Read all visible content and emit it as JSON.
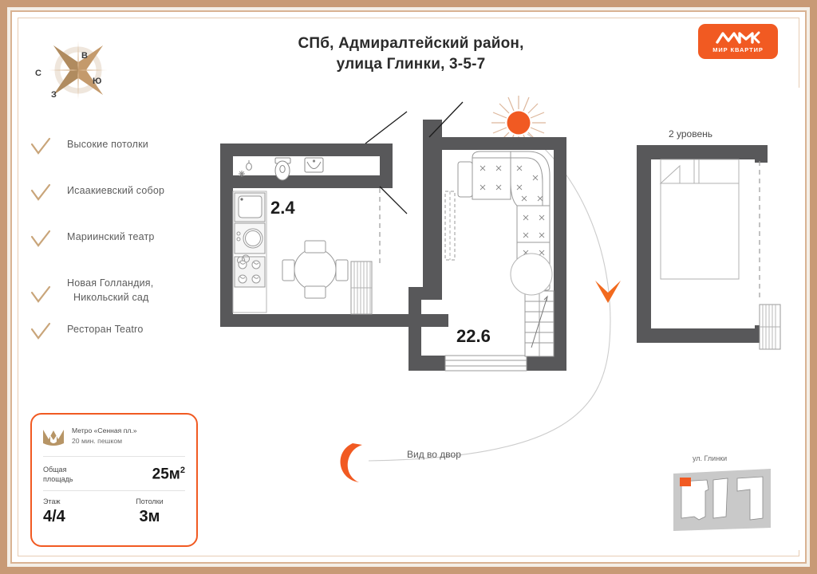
{
  "header": {
    "title_line1": "СПб, Адмиралтейский район,",
    "title_line2": "улица Глинки, 3-5-7"
  },
  "logo": {
    "text": "МИР КВАРТИР",
    "bg_color": "#f15a22",
    "icon": "zigzag-house-mark"
  },
  "compass": {
    "north": "С",
    "east": "В",
    "south": "Ю",
    "west": "З"
  },
  "features": [
    {
      "label": "Высокие потолки"
    },
    {
      "label": "Исаакиевский собор"
    },
    {
      "label": "Мариинский театр"
    },
    {
      "label": "Новая Голландия,\nНикольский сад"
    },
    {
      "label": "Ресторан Teatro"
    }
  ],
  "features_flat": {
    "f0": "Высокие потолки",
    "f1": "Исаакиевский собор",
    "f2": "Мариинский театр",
    "f3a": "Новая Голландия,",
    "f3b": "Никольский сад",
    "f4": "Ресторан Teatro"
  },
  "info_card": {
    "metro_line1": "Метро «Сенная пл.»",
    "metro_line2": "20 мин. пешком",
    "area_label_line1": "Общая",
    "area_label_line2": "площадь",
    "area_value": "25м",
    "area_sup": "2",
    "floor_label": "Этаж",
    "floor_value": "4/4",
    "ceiling_label": "Потолки",
    "ceiling_value": "3м",
    "accent_color": "#f15a22"
  },
  "plan": {
    "bathroom_area": "2.4",
    "main_area": "22.6",
    "level_label": "2 уровень",
    "yard_label": "Вид во двор",
    "street_label": "ул. Глинки",
    "wall_color": "#58585a",
    "sun_color": "#f15a22"
  }
}
